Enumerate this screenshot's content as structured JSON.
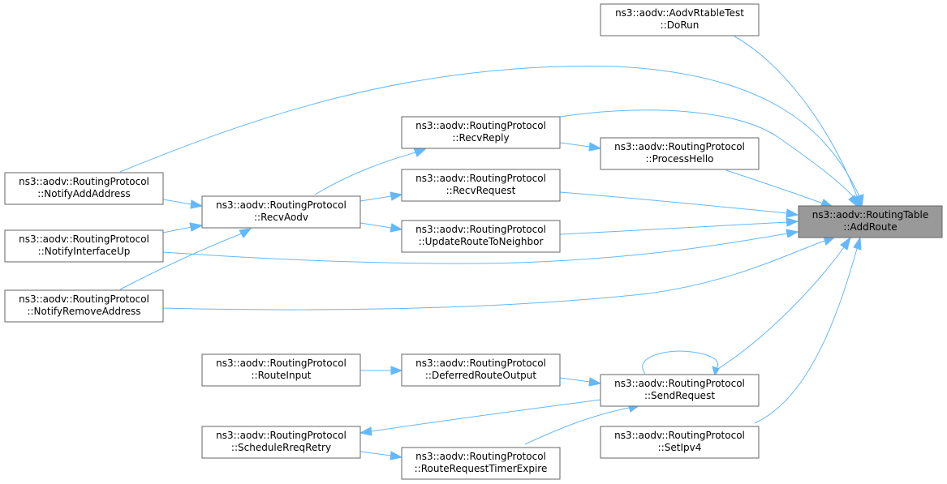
{
  "diagram": {
    "kind": "call-graph",
    "colors": {
      "edge": "#63b8ff",
      "node_border": "#666666",
      "node_fill": "#ffffff",
      "focus_fill": "#999999"
    },
    "nodes": {
      "addroute": {
        "line1": "ns3::aodv::RoutingTable",
        "line2": "::AddRoute"
      },
      "dorun": {
        "line1": "ns3::aodv::AodvRtableTest",
        "line2": "::DoRun"
      },
      "recvreply": {
        "line1": "ns3::aodv::RoutingProtocol",
        "line2": "::RecvReply"
      },
      "processhello": {
        "line1": "ns3::aodv::RoutingProtocol",
        "line2": "::ProcessHello"
      },
      "recvrequest": {
        "line1": "ns3::aodv::RoutingProtocol",
        "line2": "::RecvRequest"
      },
      "recvaodv": {
        "line1": "ns3::aodv::RoutingProtocol",
        "line2": "::RecvAodv"
      },
      "notifyaddaddress": {
        "line1": "ns3::aodv::RoutingProtocol",
        "line2": "::NotifyAddAddress"
      },
      "updateroutetoneighbor": {
        "line1": "ns3::aodv::RoutingProtocol",
        "line2": "::UpdateRouteToNeighbor"
      },
      "notifyinterfaceup": {
        "line1": "ns3::aodv::RoutingProtocol",
        "line2": "::NotifyInterfaceUp"
      },
      "notifyremoveaddress": {
        "line1": "ns3::aodv::RoutingProtocol",
        "line2": "::NotifyRemoveAddress"
      },
      "routeinput": {
        "line1": "ns3::aodv::RoutingProtocol",
        "line2": "::RouteInput"
      },
      "deferredrouteoutput": {
        "line1": "ns3::aodv::RoutingProtocol",
        "line2": "::DeferredRouteOutput"
      },
      "sendrequest": {
        "line1": "ns3::aodv::RoutingProtocol",
        "line2": "::SendRequest"
      },
      "schedulereqretry": {
        "line1": "ns3::aodv::RoutingProtocol",
        "line2": "::ScheduleRreqRetry"
      },
      "setipv4": {
        "line1": "ns3::aodv::RoutingProtocol",
        "line2": "::SetIpv4"
      },
      "routerequesttimerexpire": {
        "line1": "ns3::aodv::RoutingProtocol",
        "line2": "::RouteRequestTimerExpire"
      }
    }
  }
}
